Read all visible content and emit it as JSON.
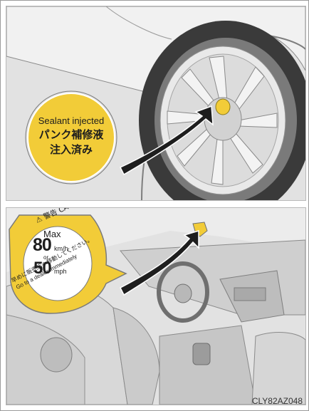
{
  "top_panel": {
    "sticker_line1": "Sealant injected",
    "sticker_line2": "パンク補修液",
    "sticker_line3": "注入済み",
    "sticker_color": "#f2cc38"
  },
  "bottom_panel": {
    "caution_header": "⚠ 警告 CAUTION",
    "max_label": "Max",
    "speed_kmh": "80",
    "unit_kmh": "km/h",
    "or_label": "or",
    "speed_mph": "50",
    "unit_mph": "mph",
    "warning_jp": "早めに販売店へ移動してください。",
    "warning_en": "Go to a dealer immediately",
    "sticker_color": "#f2cc38"
  },
  "caption": "CLY82AZ048"
}
